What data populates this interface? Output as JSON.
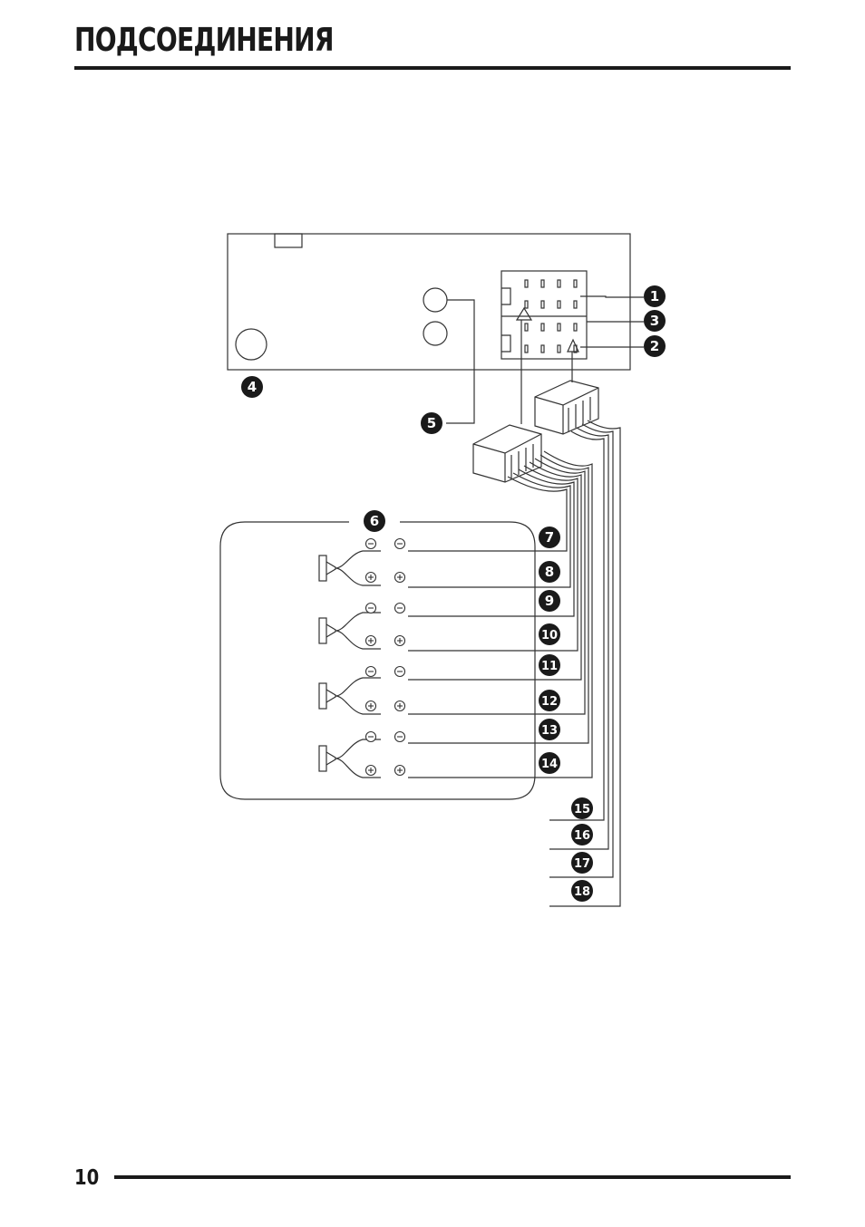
{
  "header": {
    "title": "ПОДСОЕДИНЕНИЯ"
  },
  "footer": {
    "page_number": "10"
  },
  "diagram": {
    "callouts": [
      "1",
      "2",
      "3",
      "4",
      "5",
      "6",
      "7",
      "8",
      "9",
      "10",
      "11",
      "12",
      "13",
      "14",
      "15",
      "16",
      "17",
      "18"
    ],
    "terminal_signs": {
      "minus": "−",
      "plus": "+"
    },
    "speaker_count": 4
  },
  "colors": {
    "ink": "#1a1a1a",
    "line": "#333333",
    "paper": "#ffffff"
  }
}
